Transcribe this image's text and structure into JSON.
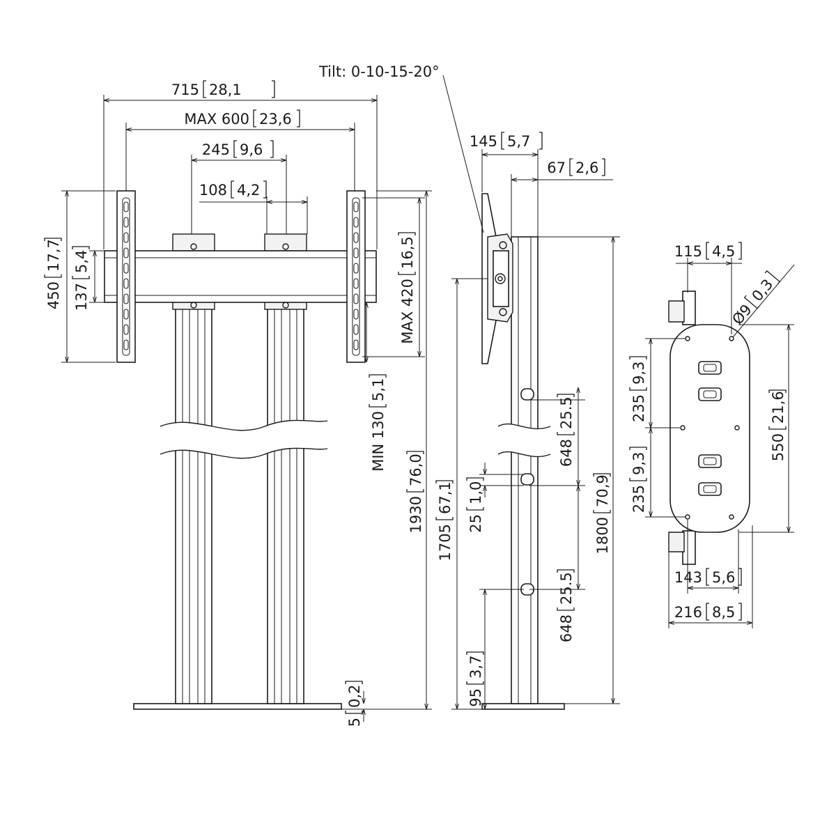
{
  "front_view": {
    "width_overall": "715",
    "width_overall_in": "28,1",
    "max_width": "MAX 600",
    "max_width_in": "23,6",
    "column_spacing": "245",
    "column_spacing_in": "9,6",
    "column_gap": "108",
    "column_gap_in": "4,2",
    "bracket_height": "450",
    "bracket_height_in": "17,7",
    "rail_height": "137",
    "rail_height_in": "5,4",
    "max_hole_height": "MAX 420",
    "max_hole_height_in": "16,5",
    "min_height": "MIN 130",
    "min_height_in": "5,1",
    "total_height": "1930",
    "total_height_in": "76,0",
    "base_clearance": "5",
    "base_clearance_in": "0,2"
  },
  "side_view": {
    "tilt": "Tilt: 0-10-15-20°",
    "depth": "145",
    "depth_in": "5,7",
    "offset": "67",
    "offset_in": "2,6",
    "center_height": "1705",
    "center_height_in": "67,1",
    "clamp_spacing_top": "648",
    "clamp_spacing_top_in": "25.5",
    "clamp_spacing_bottom": "648",
    "clamp_spacing_bottom_in": "25.5",
    "clamp_height": "25",
    "clamp_height_in": "1,0",
    "bottom_offset": "95",
    "bottom_offset_in": "3,7",
    "column_height": "1800",
    "column_height_in": "70,9"
  },
  "base_plate": {
    "hole_spacing_top": "115",
    "hole_spacing_top_in": "4,5",
    "hole_diameter": "Ø9",
    "hole_diameter_in": "0,3",
    "section_upper": "235",
    "section_upper_in": "9,3",
    "section_lower": "235",
    "section_lower_in": "9,3",
    "plate_length": "550",
    "plate_length_in": "21,6",
    "hole_spacing_bottom": "143",
    "hole_spacing_bottom_in": "5,6",
    "plate_width": "216",
    "plate_width_in": "8,5"
  }
}
